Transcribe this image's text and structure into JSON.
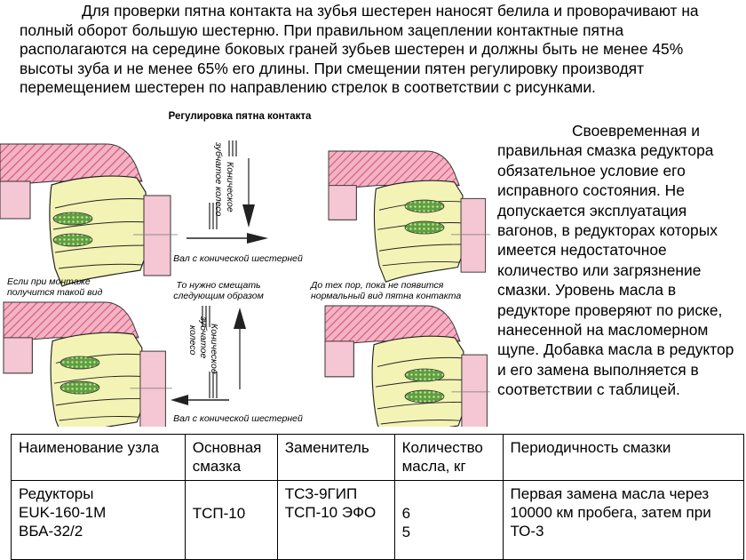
{
  "intro_text": "Для проверки пятна контакта  на зубья шестерен наносят белила и проворачивают на полный оборот большую шестерню. При правильном зацеплении контактные пятна располагаются на середине боковых граней зубьев шестерен и должны быть не менее 45% высоты зуба и не менее 65% его длины. При смещении пятен регулировку производят перемещением шестерен по направлению стрелок в соответствии с рисунками.",
  "figure": {
    "title": "Регулировка пятна контакта",
    "label_top_vertical": [
      "Коническое",
      "зубчатое колесо"
    ],
    "label_bottom_vertical": [
      "Коническое",
      "зубчатое",
      "колесо"
    ],
    "label_shaft_top": "Вал с конической шестерней",
    "label_shaft_bottom": "Вал с конической шестерней",
    "caption_left": [
      "Если при монтаже",
      "получится такой вид"
    ],
    "caption_center": [
      "То нужно смещать",
      "следующим образом"
    ],
    "caption_right": [
      "До тех пор, пока не появится",
      "нормальный вид пятна контакта"
    ]
  },
  "side_text": "Своевременная и правильная смазка редуктора обязательное условие его исправного состояния. Не допускается эксплуатация вагонов, в редукторах которых имеется недостаточное количество или загрязнение смазки. Уровень масла в редукторе проверяют по риске, нанесенной на масломерном щупе. Добавка масла в редуктор и его замена выполняется в соответствии с таблицей.",
  "table": {
    "headers": [
      "Наименование узла",
      "Основная смазка",
      "Заменитель",
      "Количество масла, кг",
      "Периодичность смазки"
    ],
    "row": {
      "unit": [
        "Редукторы",
        "EUK-160-1M",
        "ВБА-32/2"
      ],
      "main": "ТСП-10",
      "substitute": [
        "ТСЗ-9ГИП",
        "ТСП-10 ЭФО"
      ],
      "quantity": [
        "6",
        "5"
      ],
      "period": "Первая замена масла через 10000 км пробега, затем при ТО-3"
    }
  },
  "colors": {
    "gear_fill": "#f3f3b6",
    "gear_stroke": "#222222",
    "hatch": "#e46a8a",
    "pink_body": "#f0b8c8",
    "contact_spot": "#7cb85a"
  }
}
